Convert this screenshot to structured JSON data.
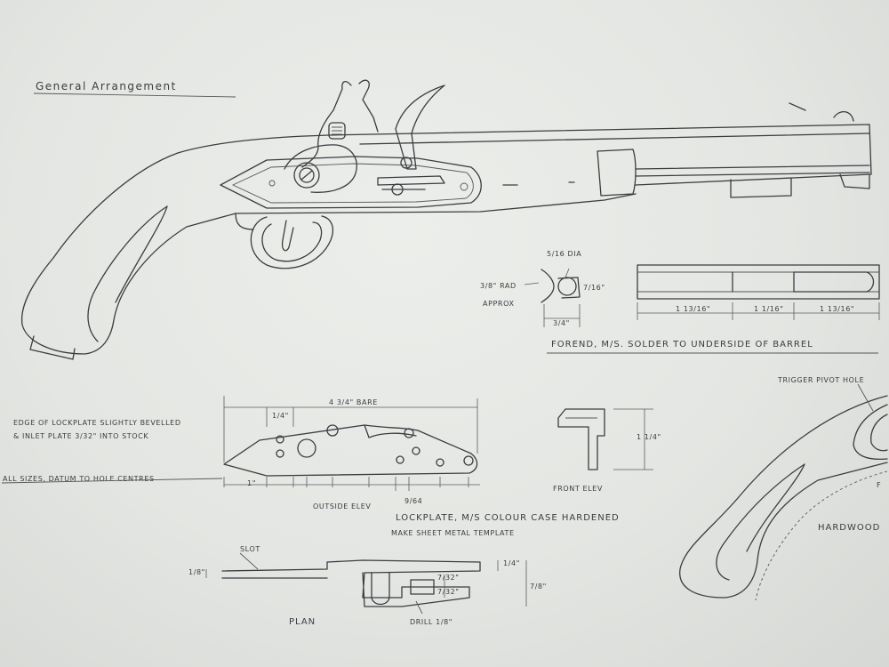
{
  "title": "General Arrangement",
  "dims": {
    "rad": "3/8\" RAD",
    "approx": "APPROX",
    "dia": "5/16 DIA",
    "d716": "7/16\"",
    "d34": "3/4\"",
    "barrel_a": "1 13/16\"",
    "barrel_b": "1 1/16\"",
    "barrel_c": "1 13/16\"",
    "bare": "4 3/4\" BARE",
    "q14": "1/4\"",
    "front_h": "1 1/4\"",
    "plan_h": "1/8\"",
    "plan_14": "1/4\"",
    "plan_78": "7/8\"",
    "plan_732a": "7/32\"",
    "plan_732b": "7/32\"",
    "drill": "DRILL 1/8\"",
    "lp_1": "1\"",
    "lp_964": "9/64"
  },
  "labels": {
    "forend": "FOREND, M/S.  SOLDER TO UNDERSIDE OF BARREL",
    "trigger_pivot": "TRIGGER PIVOT HOLE",
    "edge_note_1": "EDGE OF LOCKPLATE SLIGHTLY BEVELLED",
    "edge_note_2": "& INLET PLATE 3/32\" INTO STOCK",
    "datum": "ALL SIZES, DATUM TO HOLE CENTRES",
    "outside_elev": "OUTSIDE ELEV",
    "lockplate": "LOCKPLATE, M/S COLOUR CASE HARDENED",
    "template": "MAKE SHEET METAL TEMPLATE",
    "front_elev": "FRONT ELEV",
    "slot": "SLOT",
    "plan": "PLAN",
    "hardwood": "HARDWOOD",
    "ft": "F"
  }
}
